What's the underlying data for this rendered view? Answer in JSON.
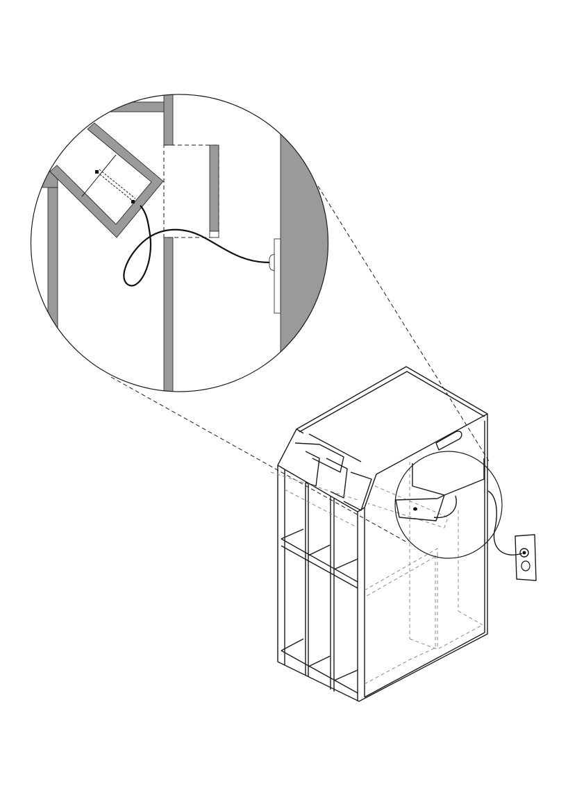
{
  "colors": {
    "wall_fill": "#9a999b",
    "line": "#1a1a1a",
    "hidden_line": "#888888",
    "background": "#ffffff"
  },
  "icons": [
    "cabinet-illustration",
    "detail-magnifier-circle",
    "power-cord",
    "wall-outlet"
  ]
}
